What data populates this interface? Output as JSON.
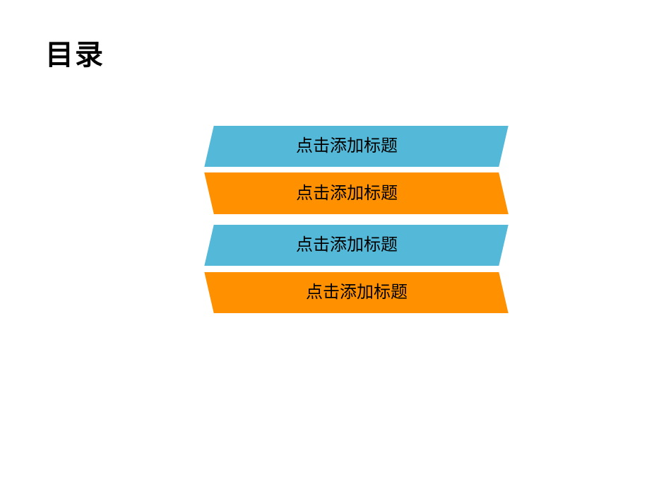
{
  "slide": {
    "title": "目录",
    "background": "#FFFFFF",
    "text_color": "#000000",
    "accent_blue": "#54B9D8",
    "accent_orange": "#FF9000",
    "toc_items": [
      {
        "label": "点击添加标题",
        "color": "#54B9D8"
      },
      {
        "label": "点击添加标题",
        "color": "#FF9000"
      },
      {
        "label": "点击添加标题",
        "color": "#54B9D8"
      },
      {
        "label": "点击添加标题",
        "color": "#FF9000"
      }
    ]
  }
}
